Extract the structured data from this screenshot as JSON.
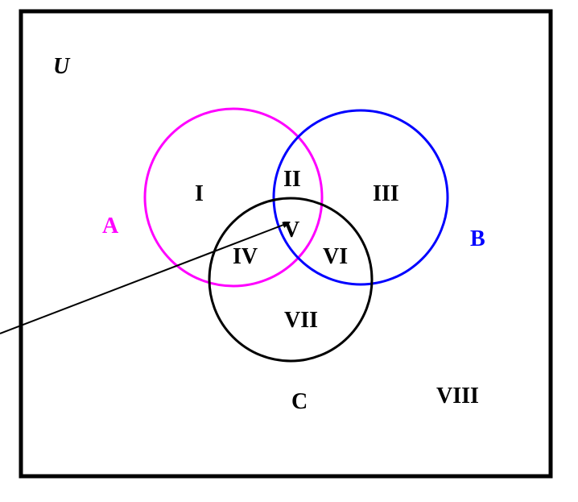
{
  "universe_label": "U",
  "sets": {
    "A": {
      "label": "A",
      "color": "#ff00ff"
    },
    "B": {
      "label": "B",
      "color": "#0000ff"
    },
    "C": {
      "label": "C",
      "color": "#000000"
    }
  },
  "regions": [
    "I",
    "II",
    "III",
    "IV",
    "V",
    "VI",
    "VII",
    "VIII"
  ]
}
